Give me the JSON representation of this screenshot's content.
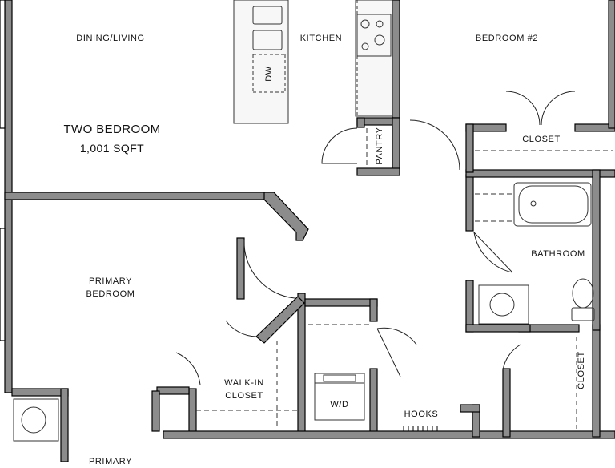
{
  "plan": {
    "title": "TWO BEDROOM",
    "area": "1,001 SQFT"
  },
  "rooms": {
    "dining_living": "DINING/LIVING",
    "kitchen": "KITCHEN",
    "bedroom2": "BEDROOM #2",
    "closet_bedroom2": "CLOSET",
    "pantry": "PANTRY",
    "bathroom": "BATHROOM",
    "primary_bedroom_line1": "PRIMARY",
    "primary_bedroom_line2": "BEDROOM",
    "walkin_closet_line1": "WALK-IN",
    "walkin_closet_line2": "CLOSET",
    "washer_dryer": "W/D",
    "hooks": "HOOKS",
    "closet_hall": "CLOSET",
    "primary_bath_partial": "PRIMARY",
    "dishwasher": "DW"
  },
  "colors": {
    "wall_fill": "#8c8c8c",
    "wall_stroke": "#000000",
    "fixture_stroke": "#333333",
    "cabinet_fill": "#f2f2f2"
  }
}
